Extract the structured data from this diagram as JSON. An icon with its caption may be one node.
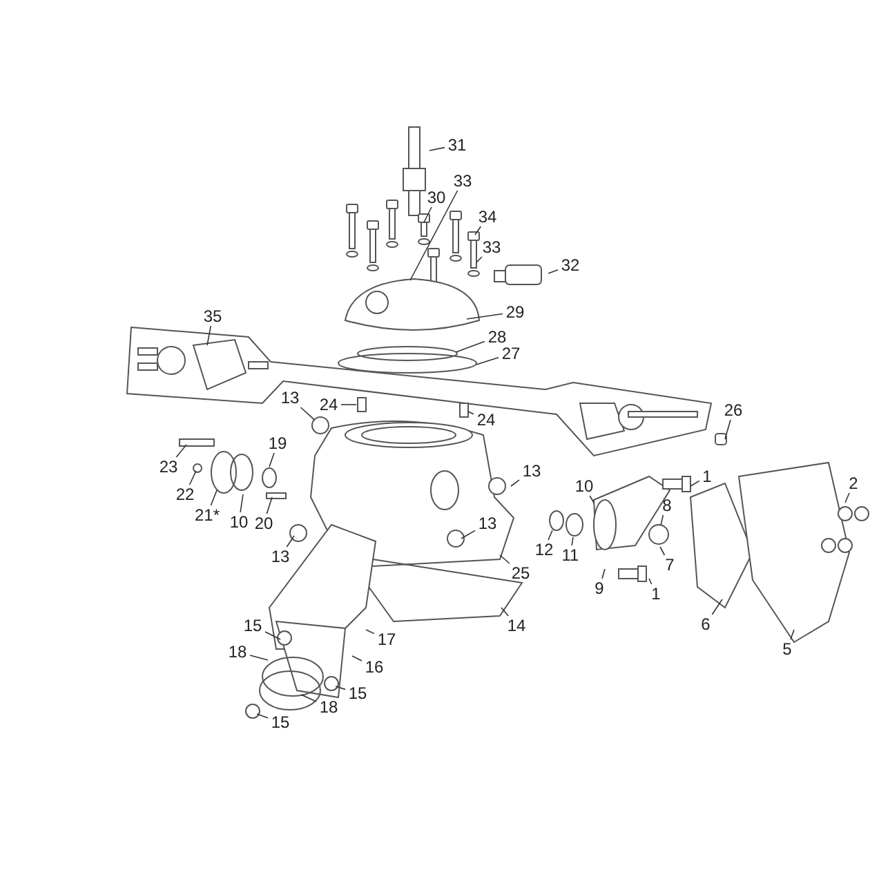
{
  "diagram": {
    "nodes": [
      {
        "text": [
          "31"
        ]
      },
      {
        "text": [
          "33"
        ]
      },
      {
        "text": [
          "30"
        ]
      },
      {
        "text": [
          "34"
        ]
      },
      {
        "text": [
          "33"
        ]
      },
      {
        "text": [
          "32"
        ]
      },
      {
        "text": [
          "29"
        ]
      },
      {
        "text": [
          "28"
        ]
      },
      {
        "text": [
          "27"
        ]
      },
      {
        "text": [
          "35"
        ]
      },
      {
        "text": [
          "13"
        ]
      },
      {
        "text": [
          "24"
        ]
      },
      {
        "text": [
          "24"
        ]
      },
      {
        "text": [
          "26"
        ]
      },
      {
        "text": [
          "23"
        ]
      },
      {
        "text": [
          "19"
        ]
      },
      {
        "text": [
          "22"
        ]
      },
      {
        "text": [
          "21*"
        ]
      },
      {
        "text": [
          "10"
        ]
      },
      {
        "text": [
          "20"
        ]
      },
      {
        "text": [
          "13"
        ]
      },
      {
        "text": [
          "13"
        ]
      },
      {
        "text": [
          "13"
        ]
      },
      {
        "text": [
          "25"
        ]
      },
      {
        "text": [
          "14"
        ]
      },
      {
        "text": [
          "17"
        ]
      },
      {
        "text": [
          "16"
        ]
      },
      {
        "text": [
          "15"
        ]
      },
      {
        "text": [
          "18"
        ]
      },
      {
        "text": [
          "15"
        ]
      },
      {
        "text": [
          "18"
        ]
      },
      {
        "text": [
          "15"
        ]
      },
      {
        "text": [
          "1"
        ]
      },
      {
        "text": [
          "2"
        ]
      },
      {
        "text": [
          "10"
        ]
      },
      {
        "text": [
          "8"
        ]
      },
      {
        "text": [
          "12"
        ]
      },
      {
        "text": [
          "11"
        ]
      },
      {
        "text": [
          "7"
        ]
      },
      {
        "text": [
          "9"
        ]
      },
      {
        "text": [
          "1"
        ]
      },
      {
        "text": [
          "6"
        ]
      },
      {
        "text": [
          "5"
        ]
      },
      {
        "text": [],
        "shape": "picture"
      },
      {
        "text": [],
        "shape": "circle"
      },
      {
        "text": [],
        "shape": "circle"
      }
    ],
    "edges": [
      {
        "from": 0,
        "to": null,
        "arrow": "none"
      },
      {
        "from": 1,
        "to": 43,
        "arrow": "none"
      },
      {
        "from": 2,
        "to": null,
        "arrow": "none"
      },
      {
        "from": 3,
        "to": null,
        "arrow": "none"
      },
      {
        "from": 4,
        "to": null,
        "arrow": "none"
      },
      {
        "from": 5,
        "to": null,
        "arrow": "none"
      },
      {
        "from": 6,
        "to": 43,
        "arrow": "none"
      },
      {
        "from": 7,
        "to": null,
        "arrow": "none"
      },
      {
        "from": 8,
        "to": null,
        "arrow": "none"
      },
      {
        "from": 9,
        "to": null,
        "arrow": "none"
      },
      {
        "from": 10,
        "to": 44,
        "arrow": "none"
      },
      {
        "from": 11,
        "to": null,
        "arrow": "none"
      },
      {
        "from": 12,
        "to": null,
        "arrow": "none"
      },
      {
        "from": 13,
        "to": null,
        "arrow": "none"
      },
      {
        "from": 14,
        "to": null,
        "arrow": "none"
      },
      {
        "from": 15,
        "to": null,
        "arrow": "none"
      },
      {
        "from": 16,
        "to": null,
        "arrow": "none"
      },
      {
        "from": 17,
        "to": null,
        "arrow": "none"
      },
      {
        "from": 18,
        "to": null,
        "arrow": "none"
      },
      {
        "from": 19,
        "to": null,
        "arrow": "none"
      },
      {
        "from": 20,
        "to": null,
        "arrow": "none"
      },
      {
        "from": 21,
        "to": null,
        "arrow": "none"
      },
      {
        "from": 22,
        "to": null,
        "arrow": "none"
      },
      {
        "from": 23,
        "to": null,
        "arrow": "none"
      },
      {
        "from": 24,
        "to": null,
        "arrow": "none"
      },
      {
        "from": 25,
        "to": null,
        "arrow": "none"
      },
      {
        "from": 26,
        "to": null,
        "arrow": "none"
      },
      {
        "from": 27,
        "to": null,
        "arrow": "none"
      },
      {
        "from": 28,
        "to": null,
        "arrow": "none"
      },
      {
        "from": 29,
        "to": null,
        "arrow": "none"
      },
      {
        "from": 30,
        "to": null,
        "arrow": "none"
      },
      {
        "from": 31,
        "to": null,
        "arrow": "none"
      },
      {
        "from": 32,
        "to": null,
        "arrow": "none"
      },
      {
        "from": 33,
        "to": null,
        "arrow": "none"
      },
      {
        "from": 34,
        "to": null,
        "arrow": "none"
      },
      {
        "from": 35,
        "to": 45,
        "arrow": "none"
      },
      {
        "from": 36,
        "to": null,
        "arrow": "none"
      },
      {
        "from": 37,
        "to": null,
        "arrow": "none"
      },
      {
        "from": 38,
        "to": null,
        "arrow": "none"
      },
      {
        "from": 39,
        "to": null,
        "arrow": "none"
      },
      {
        "from": 40,
        "to": null,
        "arrow": "none"
      },
      {
        "from": 41,
        "to": null,
        "arrow": "none"
      },
      {
        "from": 42,
        "to": null,
        "arrow": "none"
      }
    ]
  }
}
